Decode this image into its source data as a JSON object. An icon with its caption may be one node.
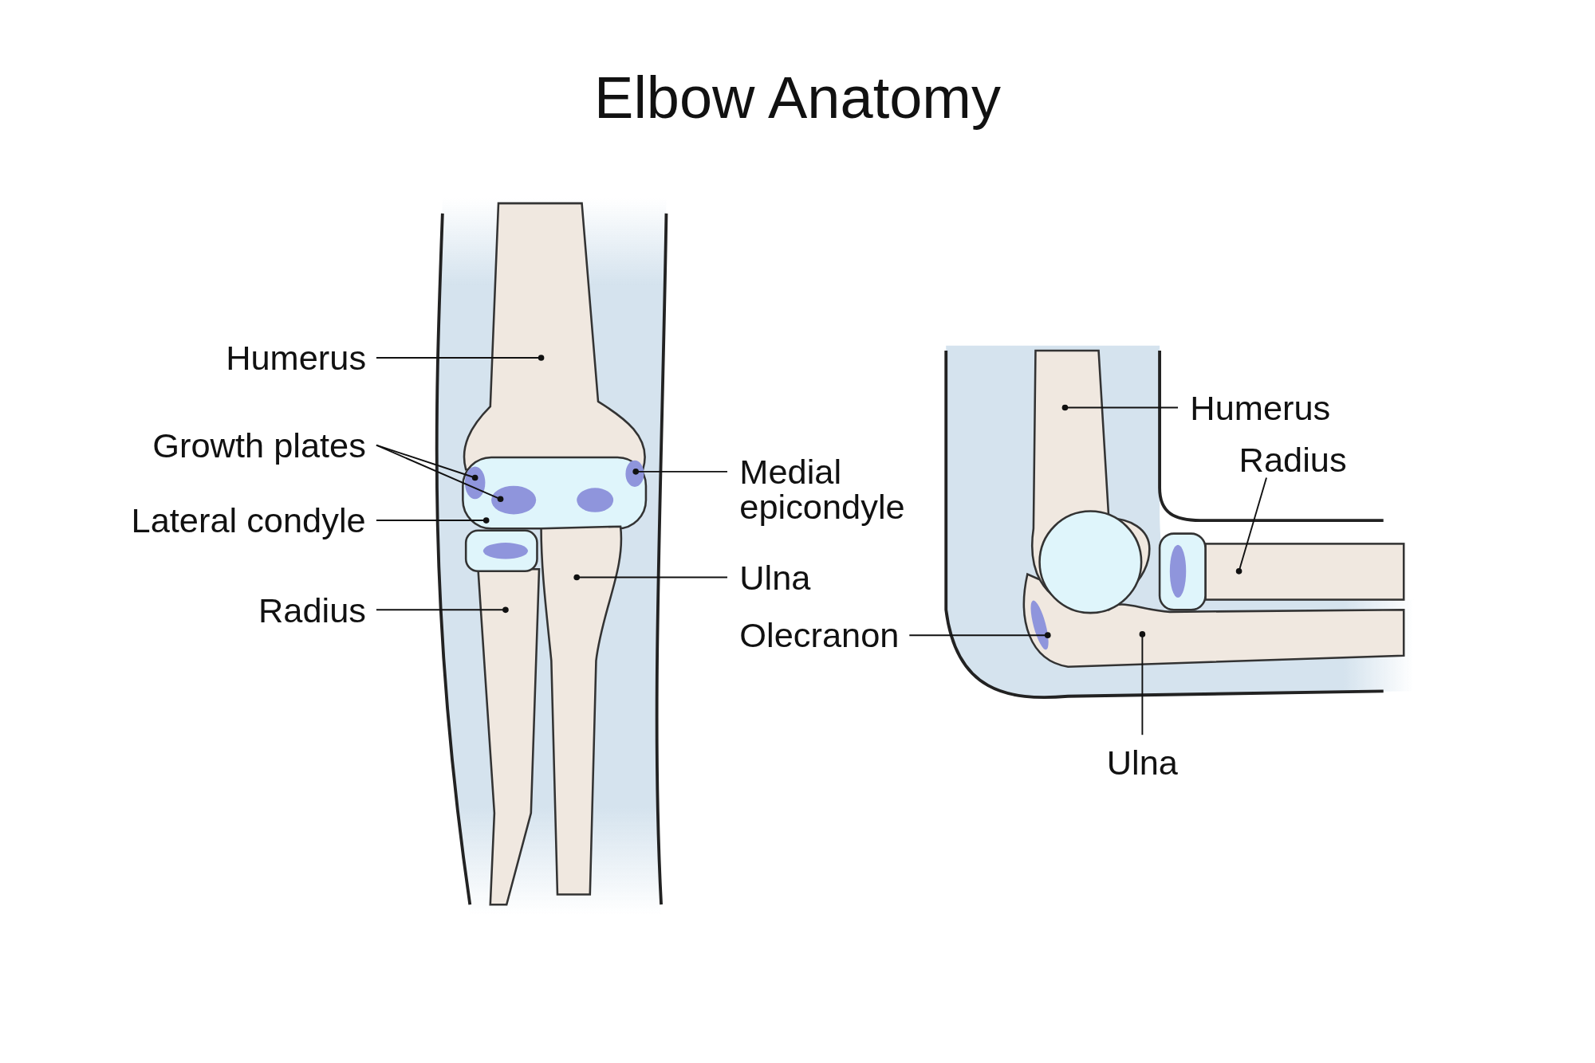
{
  "diagram": {
    "title": "Elbow Anatomy",
    "nodes": [
      {
        "text": [
          "Humerus"
        ]
      },
      {
        "text": [
          "Growth plates"
        ]
      },
      {
        "text": [
          "Lateral condyle"
        ]
      },
      {
        "text": [
          "Radius"
        ]
      },
      {
        "text": [
          "Medial epicondyle"
        ]
      },
      {
        "text": [
          "Ulna"
        ]
      },
      {
        "text": [
          "Humerus"
        ]
      },
      {
        "text": [
          "Radius"
        ]
      },
      {
        "text": [
          "Olecranon"
        ]
      },
      {
        "text": [
          "Ulna"
        ]
      }
    ],
    "edges": [
      {
        "from": 0,
        "to": null,
        "arrow": "other"
      },
      {
        "from": 1,
        "to": null,
        "arrow": "other"
      },
      {
        "from": 1,
        "to": null,
        "arrow": "other"
      },
      {
        "from": 2,
        "to": null,
        "arrow": "other"
      },
      {
        "from": 3,
        "to": null,
        "arrow": "other"
      },
      {
        "from": 4,
        "to": null,
        "arrow": "other"
      },
      {
        "from": 5,
        "to": null,
        "arrow": "other"
      },
      {
        "from": 6,
        "to": null,
        "arrow": "other"
      },
      {
        "from": 7,
        "to": null,
        "arrow": "other"
      },
      {
        "from": 8,
        "to": null,
        "arrow": "other"
      },
      {
        "from": 9,
        "to": null,
        "arrow": "other"
      }
    ]
  }
}
